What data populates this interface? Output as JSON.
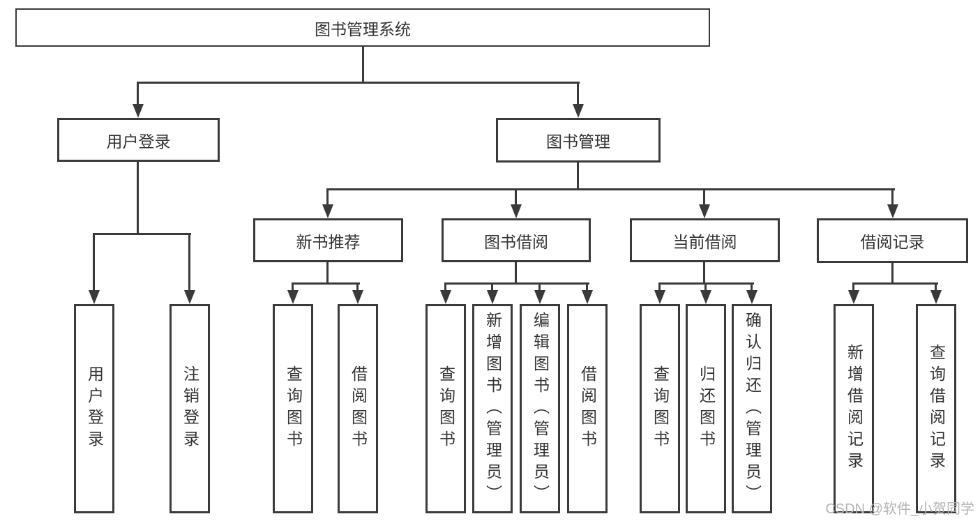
{
  "tree": {
    "label": "图书管理系统",
    "children": [
      {
        "label": "用户登录",
        "children": [
          {
            "label": "用户登录"
          },
          {
            "label": "注销登录"
          }
        ]
      },
      {
        "label": "图书管理",
        "children": [
          {
            "label": "新书推荐",
            "children": [
              {
                "label": "查询图书"
              },
              {
                "label": "借阅图书"
              }
            ]
          },
          {
            "label": "图书借阅",
            "children": [
              {
                "label": "查询图书"
              },
              {
                "label": "新增图书（管理员）"
              },
              {
                "label": "编辑图书（管理员）"
              },
              {
                "label": "借阅图书"
              }
            ]
          },
          {
            "label": "当前借阅",
            "children": [
              {
                "label": "查询图书"
              },
              {
                "label": "归还图书"
              },
              {
                "label": "确认归还（管理员）"
              }
            ]
          },
          {
            "label": "借阅记录",
            "children": [
              {
                "label": "新增借阅记录"
              },
              {
                "label": "查询借阅记录"
              }
            ]
          }
        ]
      }
    ]
  },
  "watermark": {
    "text": "CSDN @软件_小贺同学"
  },
  "colors": {
    "line": "#3a3a3a",
    "text": "#333333",
    "watermark": "#b4b4b4",
    "background": "#ffffff"
  }
}
